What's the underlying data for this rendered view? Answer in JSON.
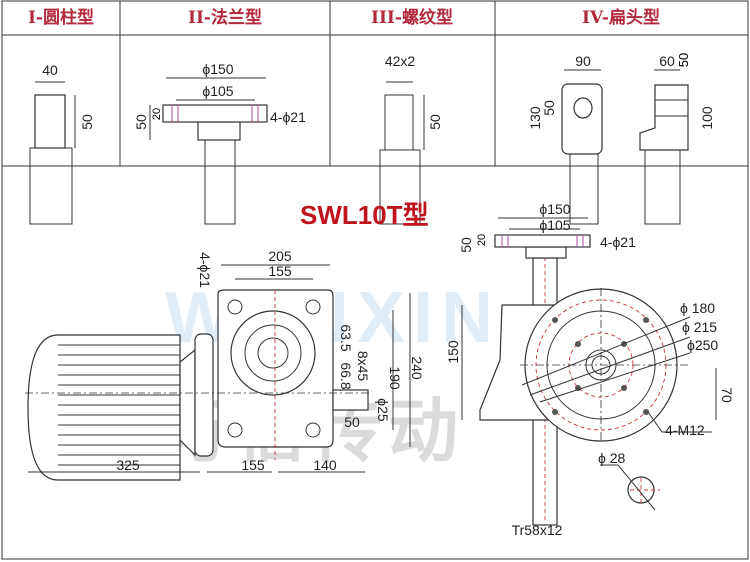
{
  "header": {
    "types": [
      "I-圆柱型",
      "II-法兰型",
      "III-螺纹型",
      "IV-扁头型"
    ]
  },
  "type1": {
    "width": "40",
    "height": "50"
  },
  "type2": {
    "outer": "ϕ150",
    "pcd": "ϕ105",
    "holes": "4-ϕ21",
    "h_total": "50",
    "h_flange": "20"
  },
  "type3": {
    "thread": "42x2",
    "height": "50"
  },
  "type4": {
    "width": "90",
    "h_total": "130",
    "hole": "50",
    "width2": "60",
    "top": "50",
    "h2": "100"
  },
  "main": {
    "title": "SWL10T型",
    "front": {
      "holes": "4-ϕ21",
      "w_outer": "205",
      "w_inner": "155",
      "d1": "63.5",
      "d2": "66.8",
      "key": "8x45",
      "h_inner": "190",
      "h_outer": "240",
      "shaft": "ϕ25",
      "shaft_len": "50",
      "motor_len": "325",
      "mid": "155",
      "right": "140"
    },
    "side": {
      "outer": "ϕ150",
      "pcd": "ϕ105",
      "holes": "4-ϕ21",
      "h_total": "50",
      "h_flange": "20",
      "height": "150",
      "d180": "ϕ 180",
      "d215": "ϕ 215",
      "d250": "ϕ250",
      "offset": "70",
      "bolts": "4-M12",
      "bore": "ϕ 28",
      "screw": "Tr58x12"
    }
  },
  "watermark": {
    "latin": "WANXIN",
    "cn": "万信传动"
  }
}
